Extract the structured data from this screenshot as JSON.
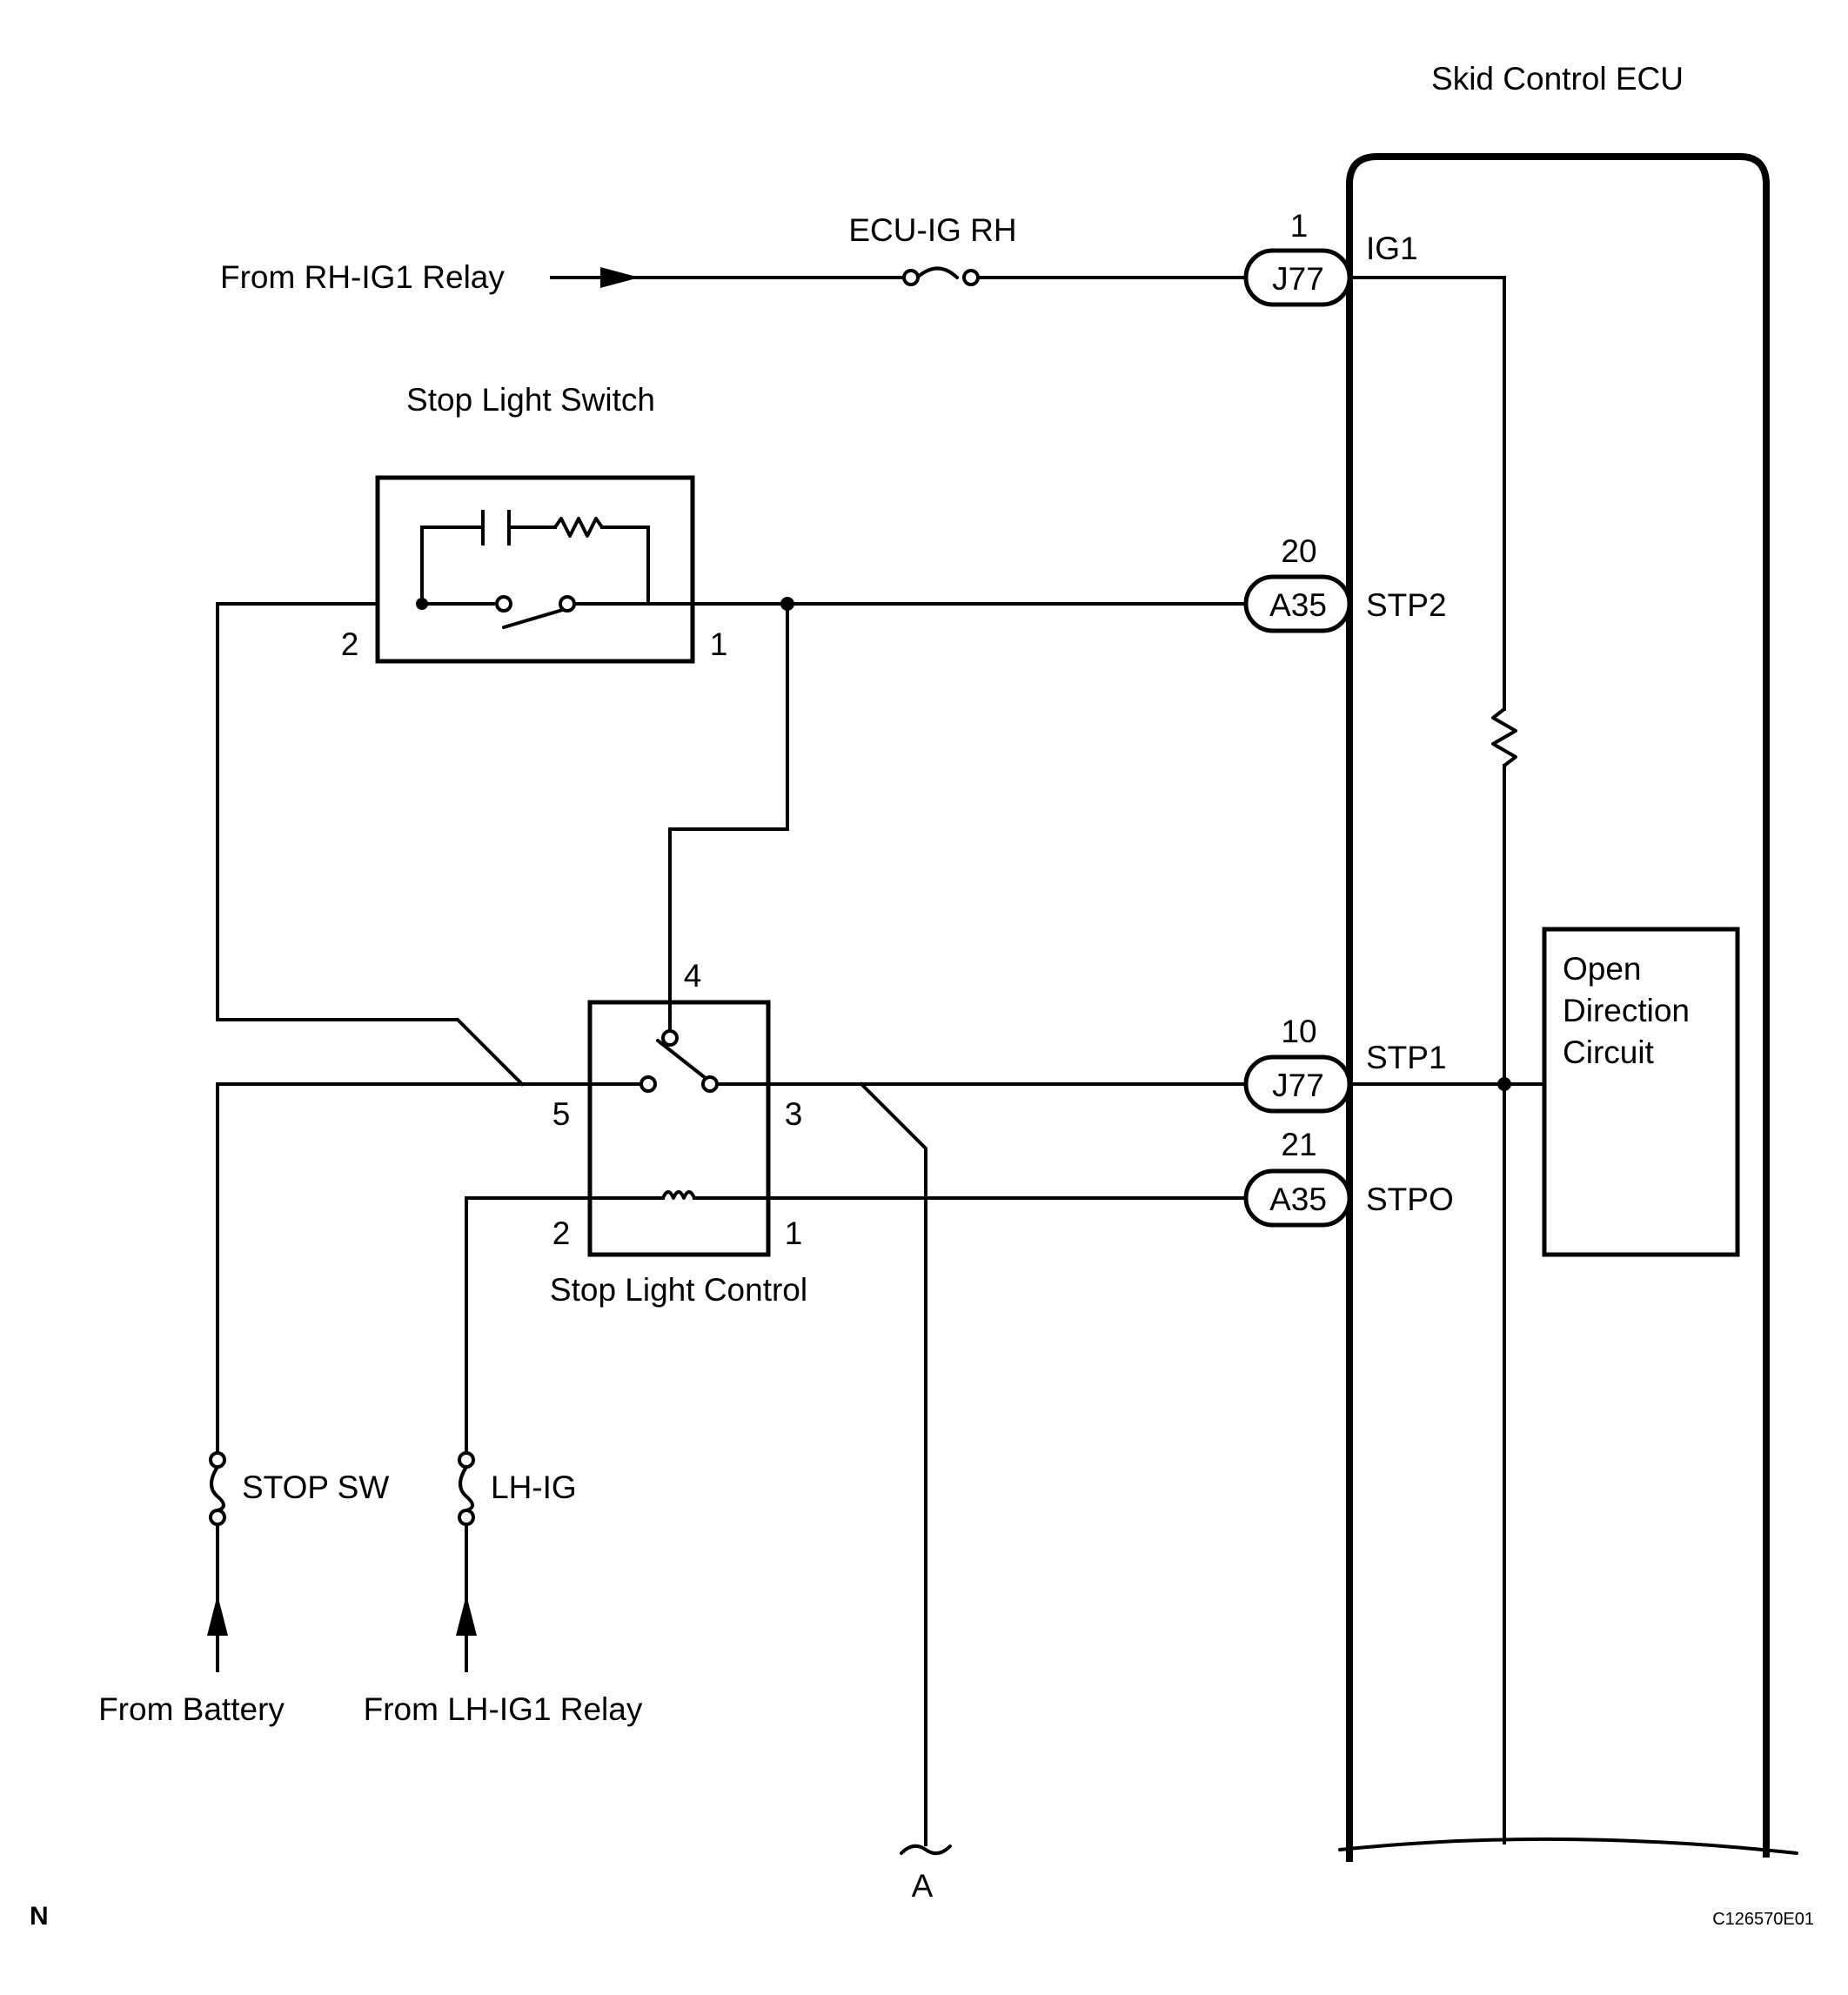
{
  "ecu": {
    "title": "Skid Control ECU",
    "circuit_label": [
      "Open",
      "Direction",
      "Circuit"
    ]
  },
  "sources": {
    "rh_ig1_relay": "From RH-IG1 Relay",
    "battery": "From Battery",
    "lh_ig1_relay": "From LH-IG1 Relay"
  },
  "fuses": {
    "ecu_ig_rh": "ECU-IG RH",
    "stop_sw": "STOP SW",
    "lh_ig": "LH-IG"
  },
  "stop_light_switch": {
    "title": "Stop Light Switch",
    "pin_left": "2",
    "pin_right": "1"
  },
  "stop_light_control": {
    "title": "Stop Light Control",
    "pin_4": "4",
    "pin_5": "5",
    "pin_3": "3",
    "pin_2": "2",
    "pin_1": "1"
  },
  "connectors": [
    {
      "pin": "1",
      "code": "J77",
      "signal": "IG1"
    },
    {
      "pin": "20",
      "code": "A35",
      "signal": "STP2"
    },
    {
      "pin": "10",
      "code": "J77",
      "signal": "STP1"
    },
    {
      "pin": "21",
      "code": "A35",
      "signal": "STPO"
    }
  ],
  "off_page_label": "A",
  "corner_mark": "N",
  "figure_code": "C126570E01"
}
